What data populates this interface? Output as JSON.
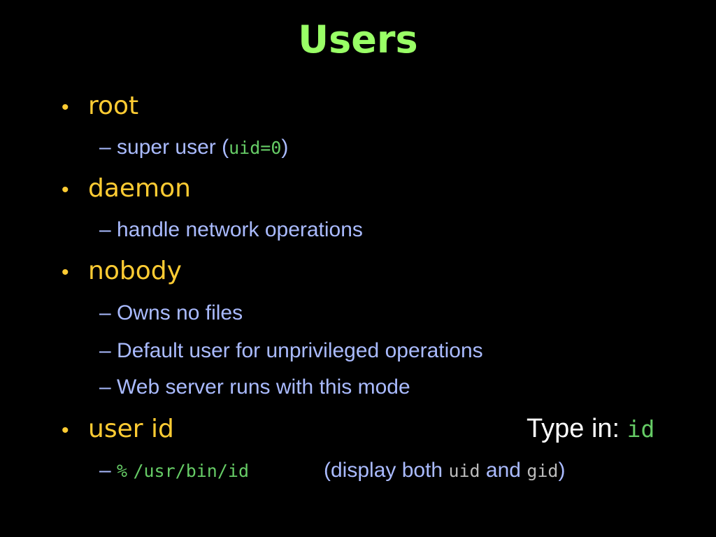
{
  "title": "Users",
  "bullet_char": "•",
  "dash_char": "–",
  "bullets": [
    {
      "label": "root",
      "subs": [
        {
          "text": "super user (",
          "mono": "uid=0",
          "after": ")"
        }
      ]
    },
    {
      "label": "daemon",
      "subs": [
        {
          "text": "handle network operations"
        }
      ]
    },
    {
      "label": "nobody",
      "subs": [
        {
          "text": "Owns no files"
        },
        {
          "text": "Default user for unprivileged operations"
        },
        {
          "text": "Web server runs with this mode"
        }
      ]
    },
    {
      "label": "user id",
      "subs": [
        {
          "prompt": "%",
          "mono": "/usr/bin/id"
        }
      ]
    }
  ],
  "type_in": {
    "label": "Type in: ",
    "command": "id"
  },
  "display_note": {
    "open": "(display both ",
    "uid": "uid",
    "and": " and ",
    "gid": "gid",
    "close": ")"
  },
  "colors": {
    "background": "#000000",
    "title": "#99ff66",
    "bullet": "#ffcc33",
    "sub_text": "#aabbff",
    "mono_green": "#66cc66",
    "mono_grey": "#bbbbbb",
    "type_in": "#ffffff"
  }
}
